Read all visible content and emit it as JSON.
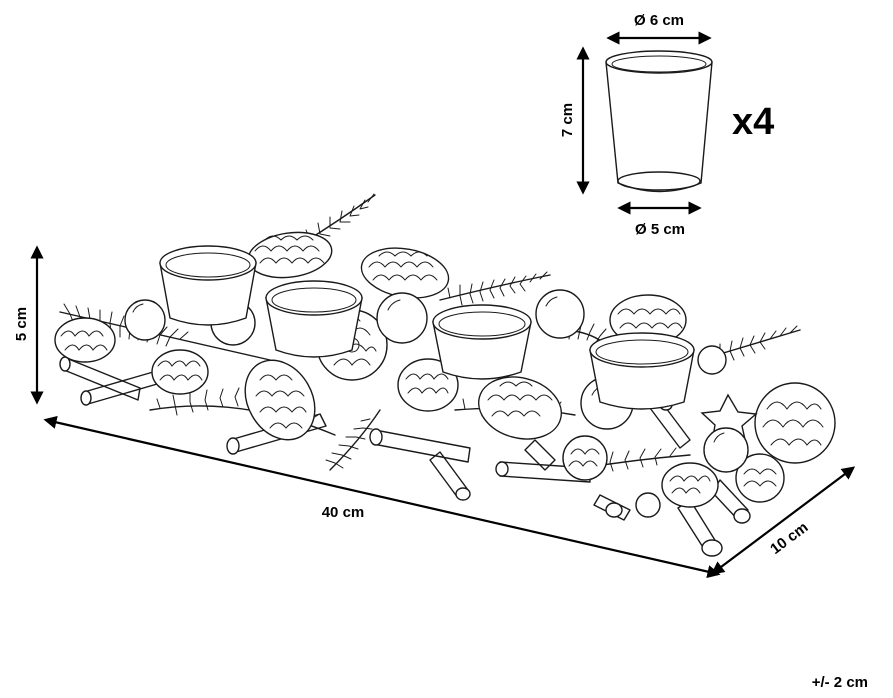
{
  "dimensions": {
    "glass_top": "Ø 6 cm",
    "glass_height": "7 cm",
    "glass_bottom": "Ø 5 cm",
    "quantity": "x4",
    "height": "5 cm",
    "length": "40 cm",
    "depth": "10 cm",
    "tolerance": "+/- 2 cm"
  },
  "colors": {
    "ink": "#000000",
    "background": "#ffffff"
  }
}
